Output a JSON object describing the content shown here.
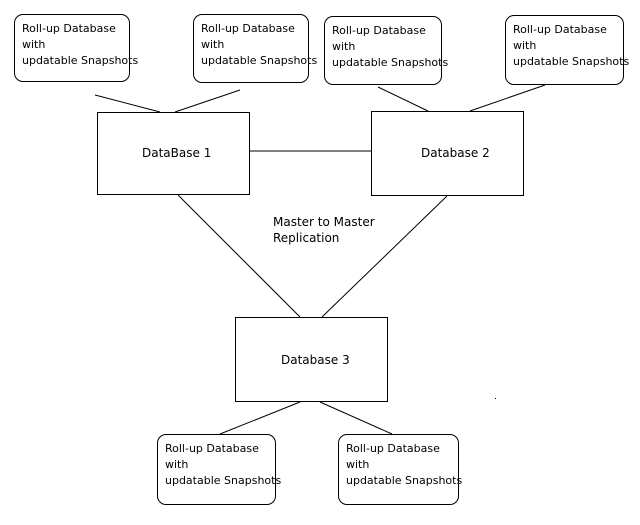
{
  "rollups": {
    "top_left": [
      "Roll-up Database",
      "with",
      "updatable Snapshots"
    ],
    "top_mid_left": [
      "Roll-up Database",
      "with",
      "updatable Snapshots"
    ],
    "top_mid_right": [
      "Roll-up Database",
      "with",
      "updatable Snapshots"
    ],
    "top_right": [
      "Roll-up Database",
      "with",
      "updatable Snapshots"
    ],
    "bottom_left": [
      "Roll-up Database",
      "with",
      "updatable Snapshots"
    ],
    "bottom_right": [
      "Roll-up Database",
      "with",
      "updatable Snapshots"
    ]
  },
  "databases": {
    "db1": "DataBase 1",
    "db2": "Database 2",
    "db3": "Database 3"
  },
  "replication_label": [
    "Master to Master",
    "Replication"
  ]
}
